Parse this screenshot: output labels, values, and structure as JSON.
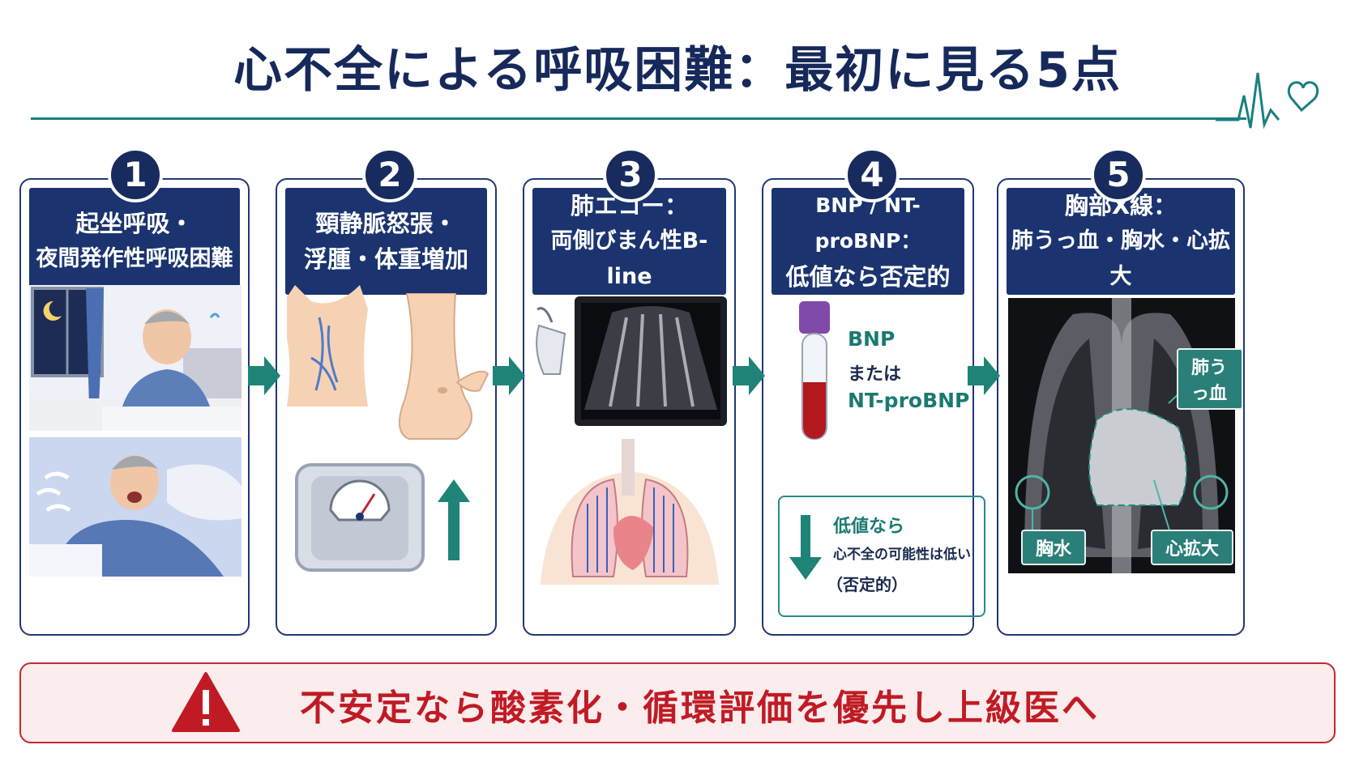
{
  "title": "心不全による呼吸困難：最初に見る5点",
  "colors": {
    "navy": "#1b3470",
    "teal": "#1a7f80",
    "warn_red": "#c01b24"
  },
  "steps": [
    {
      "number": "1",
      "line1": "起坐呼吸・",
      "line2": "夜間発作性呼吸困難"
    },
    {
      "number": "2",
      "line1": "頸静脈怒張・",
      "line2": "浮腫・体重増加"
    },
    {
      "number": "3",
      "line1": "肺エコー：",
      "line2": "両側びまん性B-line"
    },
    {
      "number": "4",
      "line1": "BNP / NT-proBNP：",
      "line2": "低値なら否定的"
    },
    {
      "number": "5",
      "line1": "胸部X線：",
      "line2": "肺うっ血・胸水・心拡大"
    }
  ],
  "bnp": {
    "line1": "BNP",
    "line2": "または",
    "line3": "NT-proBNP"
  },
  "bnp_note": {
    "line1": "低値なら",
    "line2": "心不全の可能性は低い",
    "line3": "（否定的）"
  },
  "xray_labels": {
    "congestion": "肺うっ血",
    "effusion": "胸水",
    "cardiomegaly": "心拡大"
  },
  "warning": "不安定なら酸素化・循環評価を優先し上級医へ",
  "icons": [
    "heartbeat-icon",
    "moon-icon",
    "ultrasound-probe-icon",
    "blood-tube-icon",
    "down-arrow-icon",
    "up-arrow-icon",
    "warning-icon"
  ]
}
